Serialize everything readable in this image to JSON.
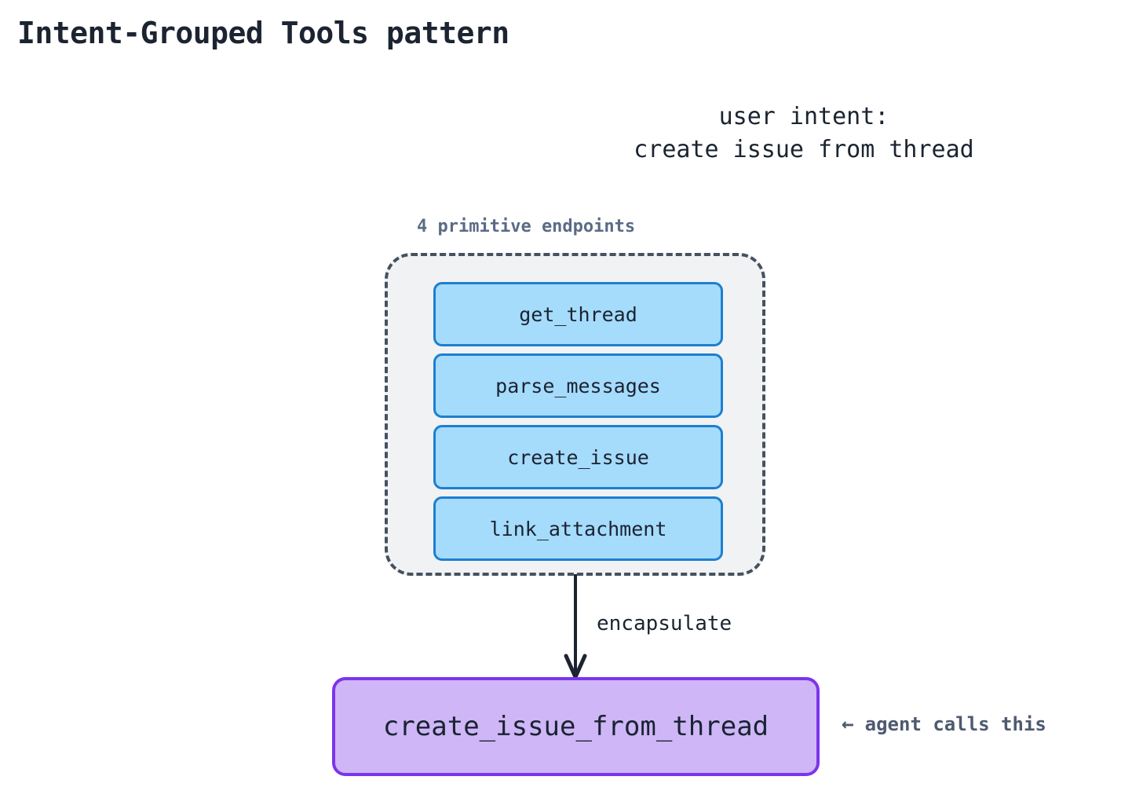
{
  "title": "Intent-Grouped Tools pattern",
  "intent": {
    "label_line1": "user intent:",
    "label_line2": "create issue from thread"
  },
  "primitive_group": {
    "caption": "4 primitive endpoints",
    "boxes": [
      {
        "label": "get_thread"
      },
      {
        "label": "parse_messages"
      },
      {
        "label": "create_issue"
      },
      {
        "label": "link_attachment"
      }
    ]
  },
  "arrow": {
    "label": "encapsulate"
  },
  "aggregate": {
    "label": "create_issue_from_thread"
  },
  "annotation": {
    "arrow_glyph": "←",
    "text": "agent calls this"
  },
  "colors": {
    "background": "#ffffff",
    "title_text": "#1b2430",
    "caption_text": "#5b6b86",
    "group_fill": "#f1f2f4",
    "group_border": "#46515f",
    "primitive_fill": "#a5dbfb",
    "primitive_border": "#1d7fd0",
    "primitive_text": "#1a2332",
    "aggregate_fill": "#ceb6f7",
    "aggregate_border": "#7c34ec",
    "aggregate_text": "#1a2332",
    "arrow_stroke": "#1b2430",
    "annotation_text": "#4e5a70"
  }
}
